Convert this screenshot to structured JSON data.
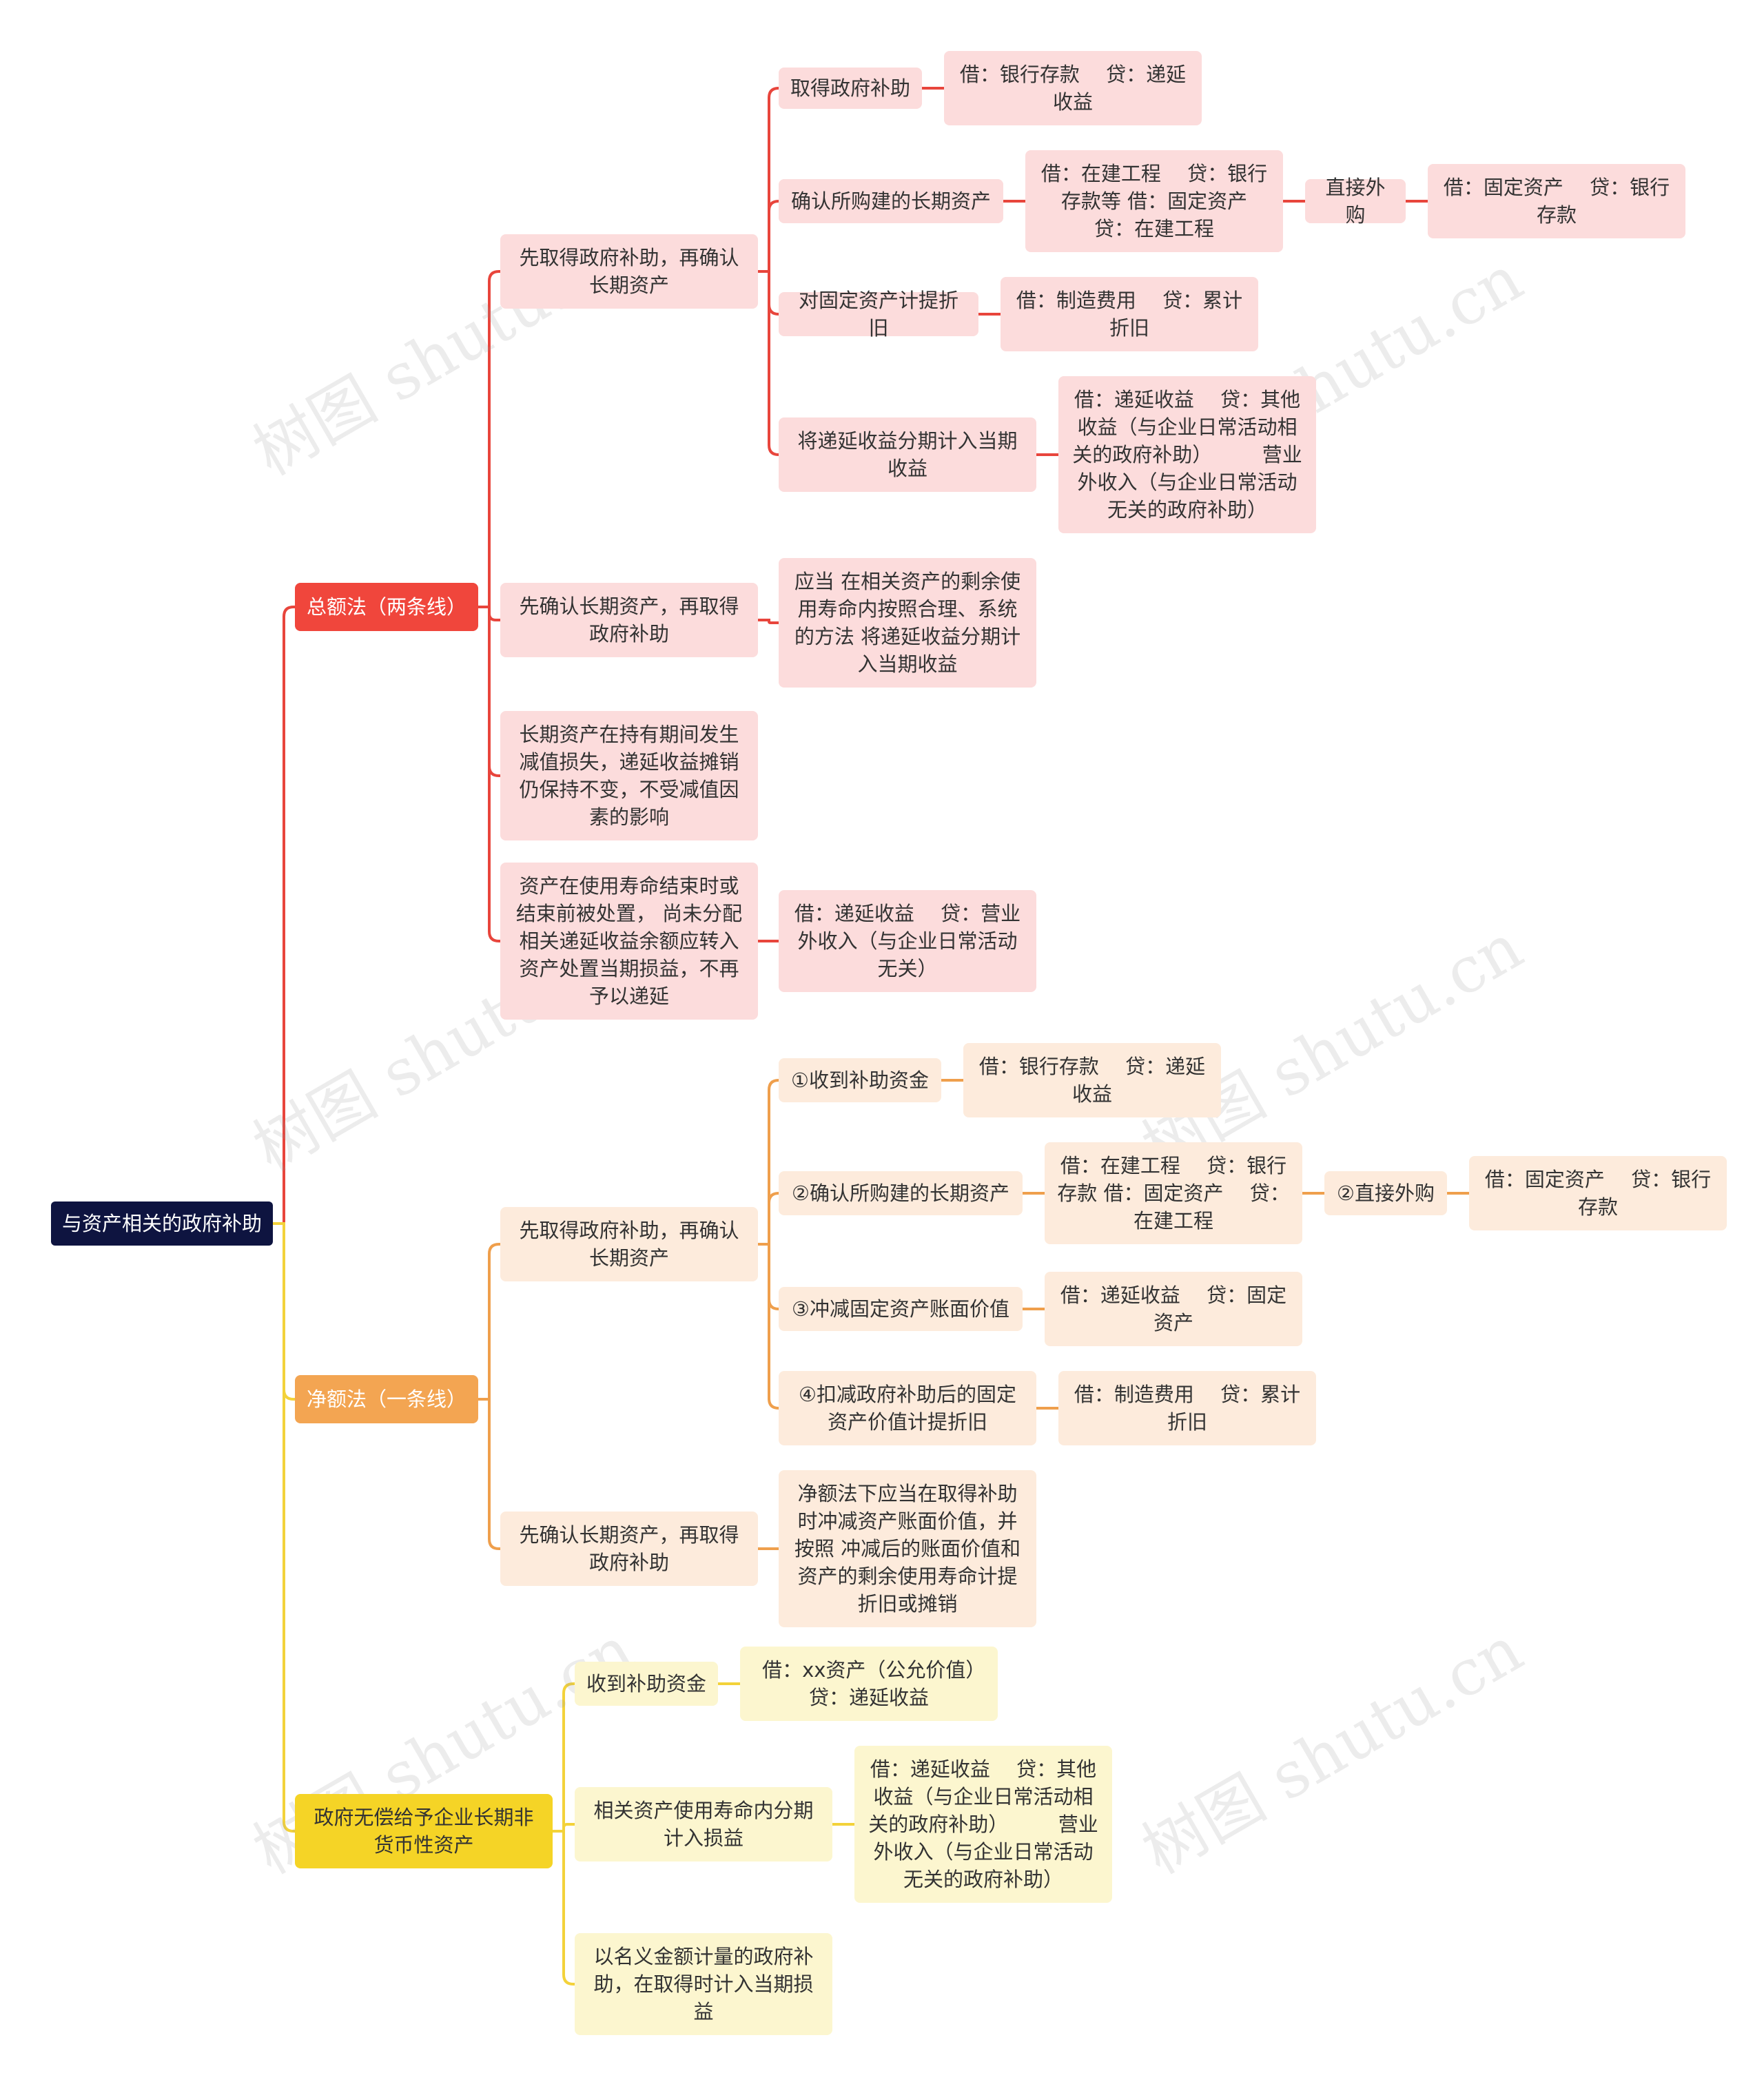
{
  "colors": {
    "red": "#e8453c",
    "orange": "#ef9f4c",
    "yellow": "#f3d23a"
  },
  "watermark": "树图 shutu.cn",
  "root": "与资产相关的政府补助",
  "total_method": {
    "label": "总额法（两条线）",
    "grant_first": {
      "label": "先取得政府补助，再确认长期资产",
      "receive": {
        "label": "取得政府补助",
        "entry": "借：银行存款　 贷：递延收益"
      },
      "recognize": {
        "label": "确认所购建的长期资产",
        "entry": "借：在建工程　 贷：银行存款等 借：固定资产　 贷：在建工程",
        "direct": "直接外购",
        "direct_entry": "借：固定资产　 贷：银行存款"
      },
      "depreciation": {
        "label": "对固定资产计提折旧",
        "entry": "借：制造费用　 贷：累计折旧"
      },
      "amortize": {
        "label": "将递延收益分期计入当期收益",
        "entry": "借：递延收益　 贷：其他收益（与企业日常活动相关的政府补助）　　　营业外收入（与企业日常活动无关的政府补助）"
      }
    },
    "asset_first": {
      "label": "先确认长期资产，再取得政府补助",
      "detail": "应当 在相关资产的剩余使用寿命内按照合理、系统的方法 将递延收益分期计入当期收益"
    },
    "impairment": "长期资产在持有期间发生减值损失，递延收益摊销仍保持不变，不受减值因素的影响",
    "disposal": {
      "label": "资产在使用寿命结束时或结束前被处置， 尚未分配相关递延收益余额应转入资产处置当期损益，不再予以递延",
      "entry": "借：递延收益　 贷：营业外收入（与企业日常活动无关）"
    }
  },
  "net_method": {
    "label": "净额法（一条线）",
    "grant_first": {
      "label": "先取得政府补助，再确认长期资产",
      "receive": {
        "label": "①收到补助资金",
        "entry": "借：银行存款　 贷：递延收益"
      },
      "recognize": {
        "label": "②确认所购建的长期资产",
        "entry": "借：在建工程　 贷：银行存款 借：固定资产　 贷：在建工程",
        "direct": "②直接外购",
        "direct_entry": "借：固定资产　 贷：银行存款"
      },
      "offset": {
        "label": "③冲减固定资产账面价值",
        "entry": "借：递延收益　 贷：固定资产"
      },
      "depreciation": {
        "label": "④扣减政府补助后的固定资产价值计提折旧",
        "entry": "借：制造费用　 贷：累计折旧"
      }
    },
    "asset_first": {
      "label": "先确认长期资产，再取得政府补助",
      "detail": "净额法下应当在取得补助时冲减资产账面价值，并按照 冲减后的账面价值和资产的剩余使用寿命计提折旧或摊销"
    }
  },
  "non_monetary": {
    "label": "政府无偿给予企业长期非货币性资产",
    "receive": {
      "label": "收到补助资金",
      "entry": "借：xx资产（公允价值）　 贷：递延收益"
    },
    "amortize": {
      "label": "相关资产使用寿命内分期计入损益",
      "entry": "借：递延收益　 贷：其他收益（与企业日常活动相关的政府补助）　　　营业外收入（与企业日常活动无关的政府补助）"
    },
    "nominal": "以名义金额计量的政府补助，在取得时计入当期损益"
  }
}
